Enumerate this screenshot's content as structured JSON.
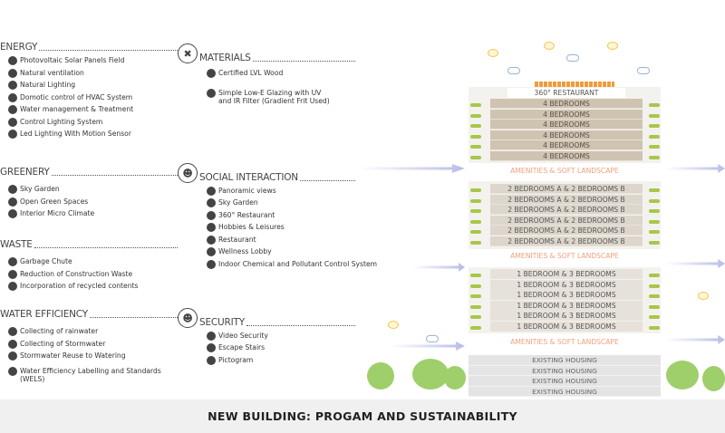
{
  "sections": {
    "energy": {
      "title": "ENERGY",
      "items": [
        "Photovoltaic Solar Panels Field",
        "Natural ventilation",
        "Natural Lighting",
        "Domotic control of HVAC System",
        "Water management & Treatment",
        "Control Lighting System",
        "Led Lighting With Motion Sensor"
      ]
    },
    "greenery": {
      "title": "GREENERY",
      "items": [
        "Sky Garden",
        "Open Green Spaces",
        "Interior Micro Climate"
      ]
    },
    "waste": {
      "title": "WASTE",
      "items": [
        "Garbage Chute",
        "Reduction of Construction Waste",
        "Incorporation of recycled contents"
      ]
    },
    "water": {
      "title": "WATER EFFICIENCY",
      "items": [
        "Collecting of rainwater",
        "Collecting of Stormwater",
        "Stormwater Reuse to Watering",
        "Water Efficiency Labelling and Standards (WELS)"
      ]
    },
    "materials": {
      "title": "MATERIALS",
      "items": [
        "Certified  LVL Wood",
        "Simple Low-E Glazing with UV and IR Filter (Gradient Frit Used)"
      ]
    },
    "social": {
      "title": "SOCIAL INTERACTION",
      "items": [
        "Panoramic views",
        "Sky Garden",
        "360° Restaurant",
        "Hobbies & Leisures",
        "Restaurant",
        "Wellness Lobby",
        "Indoor Chemical and Pollutant Control System"
      ]
    },
    "security": {
      "title": "SECURITY",
      "items": [
        "Video Security",
        "Escape Stairs",
        "Pictogram"
      ]
    }
  },
  "building": {
    "restaurant": "360° RESTAURANT",
    "top_floors": [
      "4 BEDROOMS",
      "4 BEDROOMS",
      "4 BEDROOMS",
      "4 BEDROOMS",
      "4 BEDROOMS",
      "4 BEDROOMS"
    ],
    "amenities": "AMENITIES & SOFT LANDSCAPE",
    "mid_floors": [
      "2 BEDROOMS A & 2 BEDROOMS B",
      "2 BEDROOMS A & 2 BEDROOMS B",
      "2 BEDROOMS A & 2 BEDROOMS B",
      "2 BEDROOMS A & 2 BEDROOMS B",
      "2 BEDROOMS A & 2 BEDROOMS B",
      "2 BEDROOMS A & 2 BEDROOMS B"
    ],
    "low_floors": [
      "1 BEDROOM & 3 BEDROOMS",
      "1 BEDROOM & 3 BEDROOMS",
      "1 BEDROOM & 3 BEDROOMS",
      "1 BEDROOM & 3 BEDROOMS",
      "1 BEDROOM & 3 BEDROOMS",
      "1 BEDROOM & 3 BEDROOMS"
    ],
    "existing": [
      "EXISTING HOUSING",
      "EXISTING HOUSING",
      "EXISTING HOUSING",
      "EXISTING HOUSING"
    ]
  },
  "footer": {
    "title": "NEW BUILDING: PROGAM AND SUSTAINABILITY"
  }
}
